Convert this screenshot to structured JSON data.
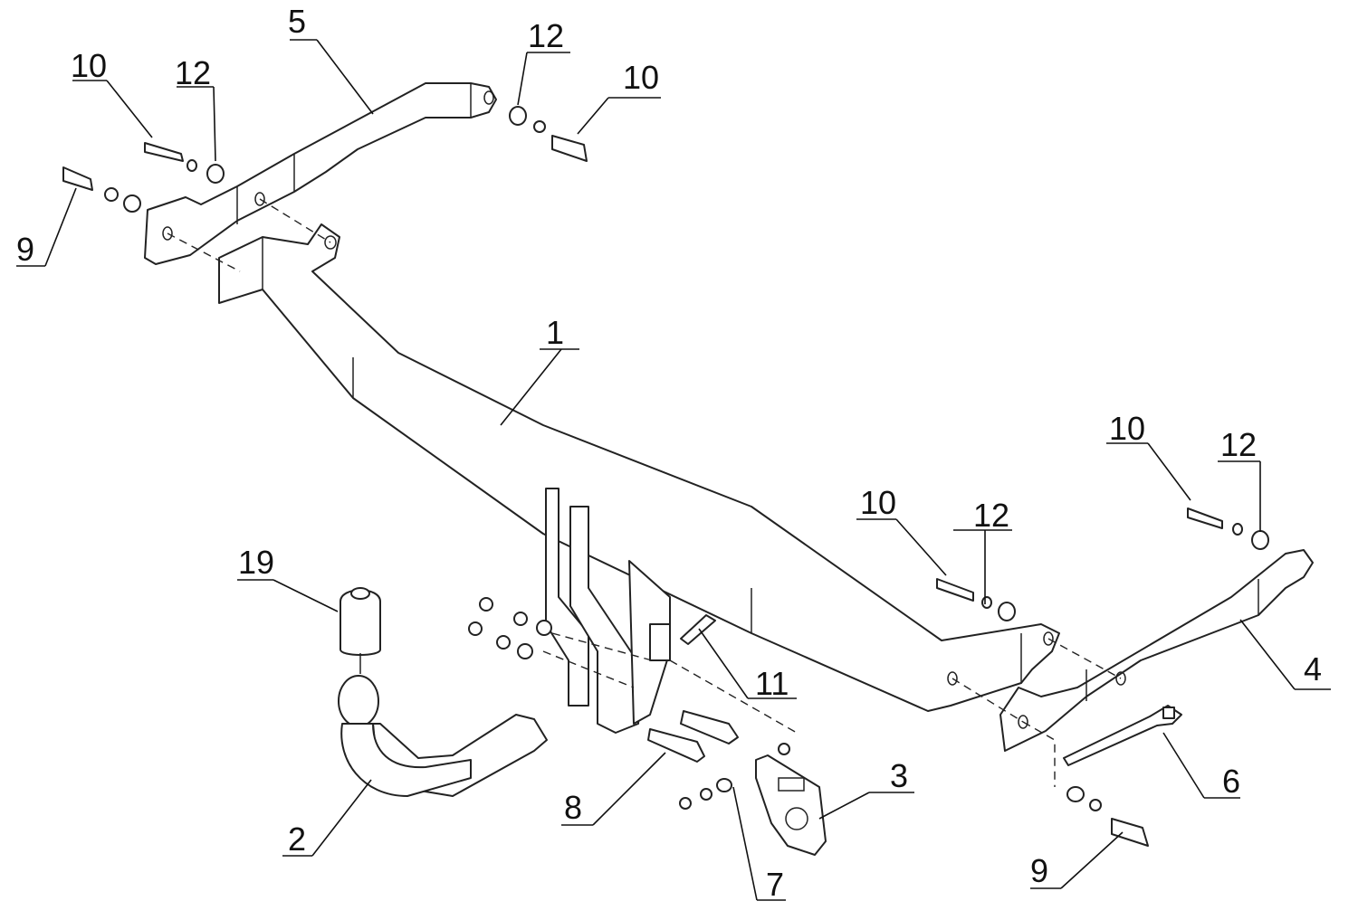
{
  "diagram": {
    "title": "Tow bar exploded assembly diagram",
    "callouts": [
      {
        "id": "c1",
        "label": "1",
        "part": "main crossbar"
      },
      {
        "id": "c2",
        "label": "2",
        "part": "tow ball neck"
      },
      {
        "id": "c3",
        "label": "3",
        "part": "socket plate"
      },
      {
        "id": "c4",
        "label": "4",
        "part": "right side bracket"
      },
      {
        "id": "c5",
        "label": "5",
        "part": "left side bracket"
      },
      {
        "id": "c6",
        "label": "6",
        "part": "strap plate"
      },
      {
        "id": "c7",
        "label": "7",
        "part": "spring washer set"
      },
      {
        "id": "c8",
        "label": "8",
        "part": "bolts"
      },
      {
        "id": "c9a",
        "label": "9",
        "part": "bolt"
      },
      {
        "id": "c9b",
        "label": "9",
        "part": "bolt"
      },
      {
        "id": "c10a",
        "label": "10",
        "part": "bolt"
      },
      {
        "id": "c10b",
        "label": "10",
        "part": "bolt"
      },
      {
        "id": "c10c",
        "label": "10",
        "part": "bolt"
      },
      {
        "id": "c10d",
        "label": "10",
        "part": "bolt"
      },
      {
        "id": "c11",
        "label": "11",
        "part": "bolt"
      },
      {
        "id": "c12a",
        "label": "12",
        "part": "washer"
      },
      {
        "id": "c12b",
        "label": "12",
        "part": "washer"
      },
      {
        "id": "c12c",
        "label": "12",
        "part": "washer"
      },
      {
        "id": "c12d",
        "label": "12",
        "part": "washer"
      },
      {
        "id": "c19",
        "label": "19",
        "part": "ball cap"
      }
    ]
  }
}
